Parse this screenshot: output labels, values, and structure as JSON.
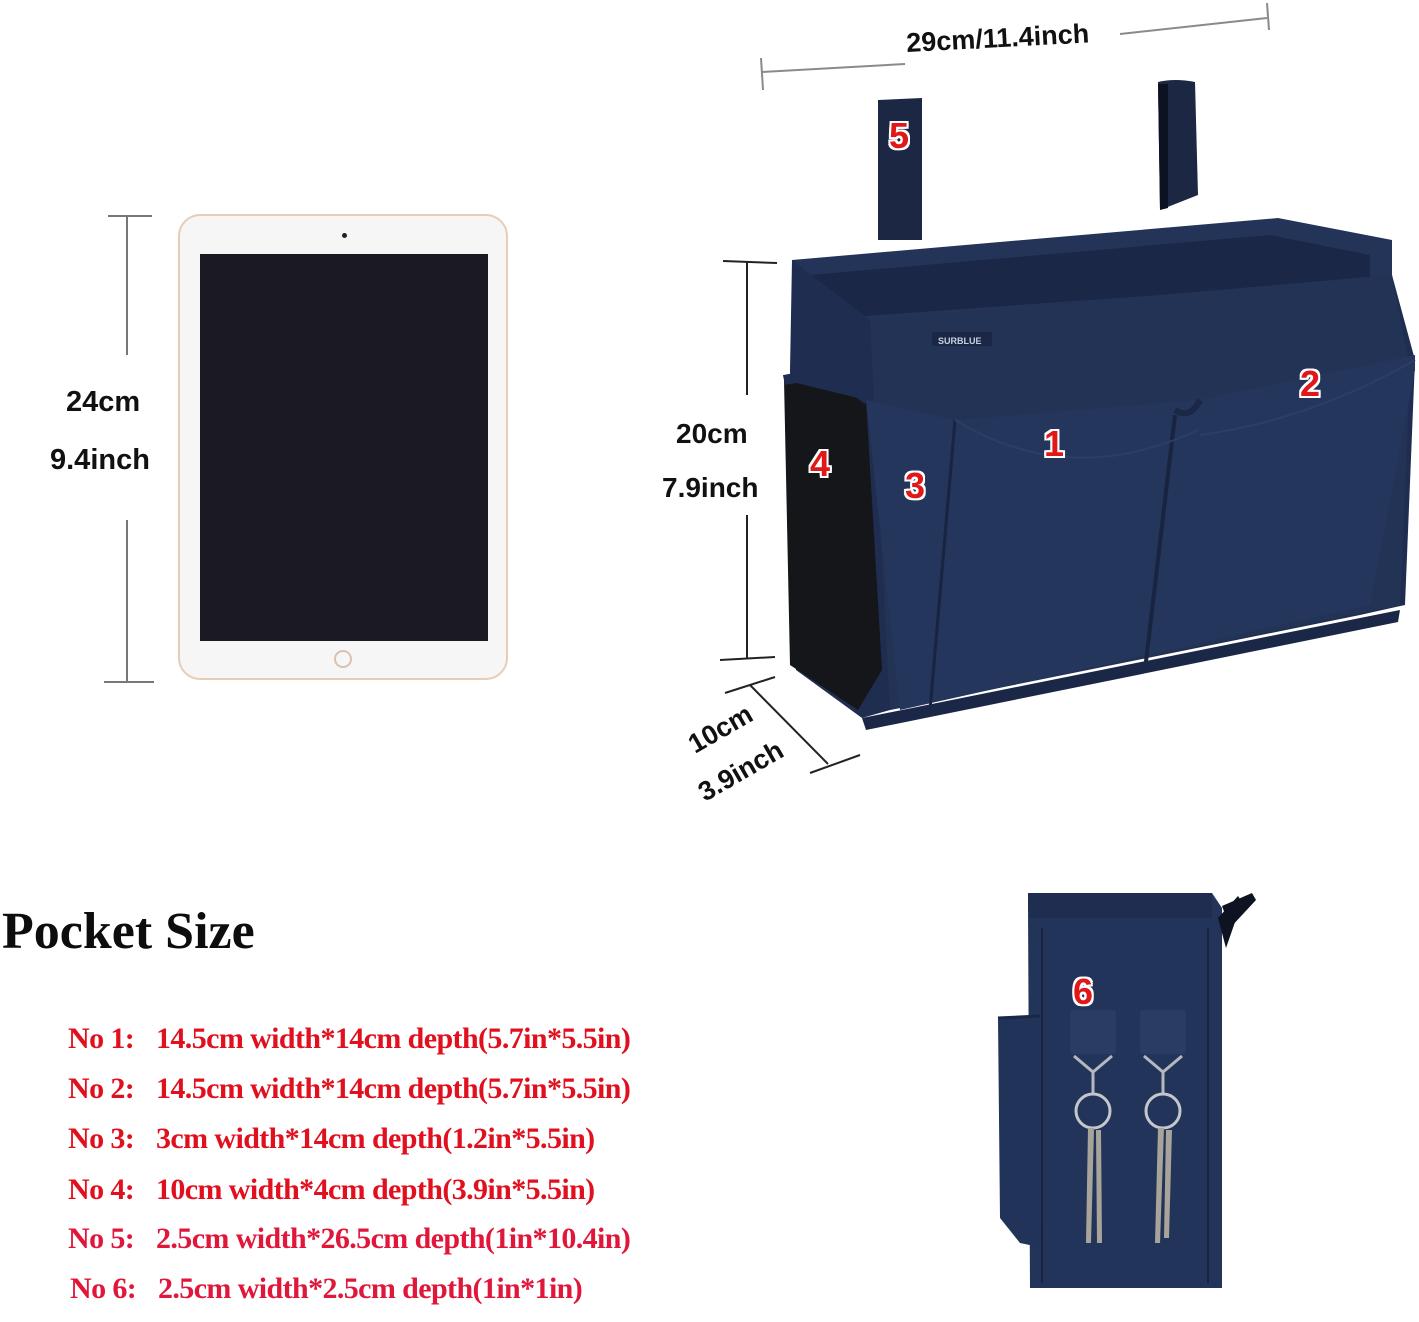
{
  "tablet": {
    "height_cm": "24cm",
    "height_in": "9.4inch",
    "bezel_color": "#f7f6f6",
    "frame_color": "#e6cdb8",
    "screen_color": "#1b1a22"
  },
  "organizer": {
    "width_label": "29cm/11.4inch",
    "height_cm": "20cm",
    "height_in": "7.9inch",
    "depth_cm": "10cm",
    "depth_in": "3.9inch",
    "brand_label": "SURBLUE",
    "fabric_color": "#1f2e50",
    "mesh_color": "#141619",
    "pocket_markers": [
      "1",
      "2",
      "3",
      "4",
      "5"
    ]
  },
  "side_view": {
    "marker": "6"
  },
  "pocket_size": {
    "title": "Pocket Size",
    "accent_color": "#e0101e",
    "rows": [
      {
        "label": "No 1:",
        "text": "14.5cm width*14cm depth(5.7in*5.5in)"
      },
      {
        "label": "No 2:",
        "text": "14.5cm width*14cm depth(5.7in*5.5in)"
      },
      {
        "label": "No 3:",
        "text": "3cm width*14cm depth(1.2in*5.5in)"
      },
      {
        "label": "No 4:",
        "text": "10cm width*4cm depth(3.9in*5.5in)"
      },
      {
        "label": "No 5:",
        "text": "2.5cm width*26.5cm depth(1in*10.4in)"
      },
      {
        "label": "No 6:",
        "text": "2.5cm width*2.5cm depth(1in*1in)"
      }
    ]
  }
}
